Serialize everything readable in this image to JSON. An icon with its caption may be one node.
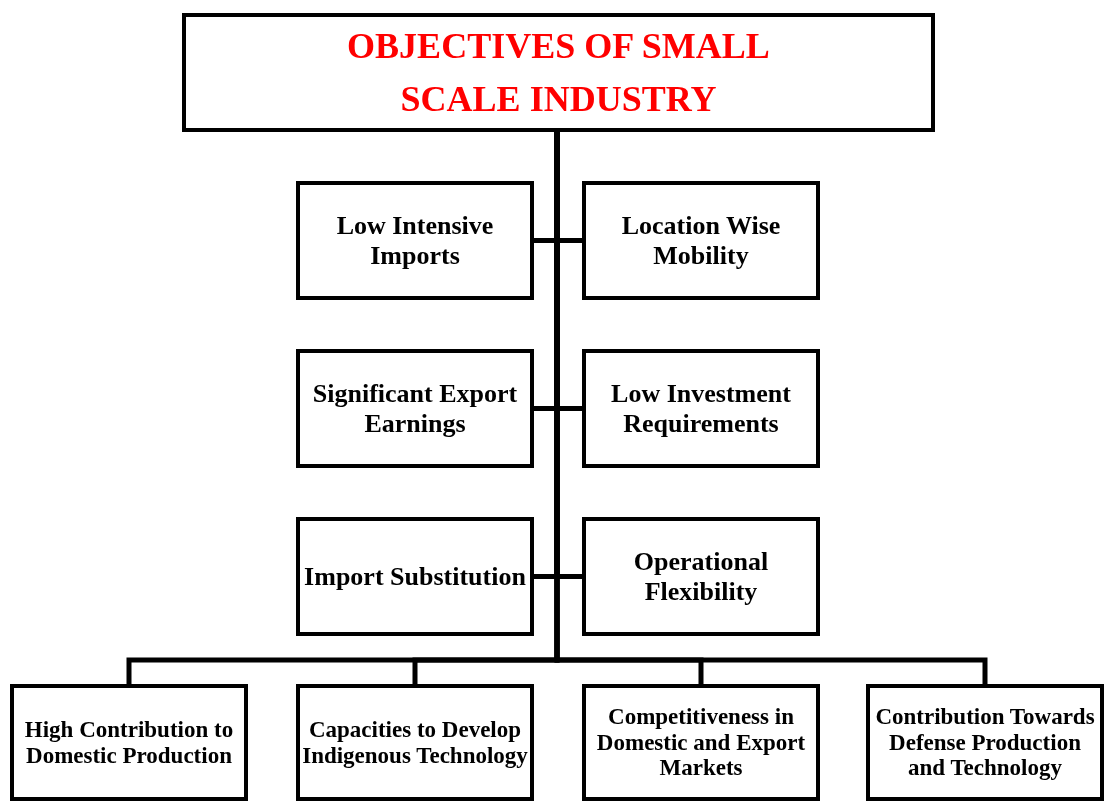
{
  "diagram": {
    "nodes": [
      {
        "text": [
          "OBJECTIVES OF SMALL SCALE INDUSTRY"
        ]
      },
      {
        "text": [
          "Low Intensive Imports"
        ]
      },
      {
        "text": [
          "Location Wise Mobility"
        ]
      },
      {
        "text": [
          "Significant Export Earnings"
        ]
      },
      {
        "text": [
          "Low Investment Requirements"
        ]
      },
      {
        "text": [
          "Import Substitution"
        ]
      },
      {
        "text": [
          "Operational Flexibility"
        ]
      },
      {
        "text": [
          "High Contribution to Domestic Production"
        ]
      },
      {
        "text": [
          "Capacities to Develop Indigenous Technology"
        ]
      },
      {
        "text": [
          "Competitiveness in Domestic and Export Markets"
        ]
      },
      {
        "text": [
          "Contribution Towards Defense Production and Technology"
        ]
      }
    ],
    "edges": [
      {
        "from": 0,
        "to": 1,
        "arrow": "none"
      },
      {
        "from": 0,
        "to": 2,
        "arrow": "none"
      },
      {
        "from": 0,
        "to": 3,
        "arrow": "none"
      },
      {
        "from": 0,
        "to": 4,
        "arrow": "none"
      },
      {
        "from": 0,
        "to": 5,
        "arrow": "none"
      },
      {
        "from": 0,
        "to": 6,
        "arrow": "none"
      },
      {
        "from": 0,
        "to": 7,
        "arrow": "none"
      },
      {
        "from": 0,
        "to": 8,
        "arrow": "none"
      },
      {
        "from": 0,
        "to": 9,
        "arrow": "none"
      },
      {
        "from": 0,
        "to": 10,
        "arrow": "none"
      }
    ]
  }
}
